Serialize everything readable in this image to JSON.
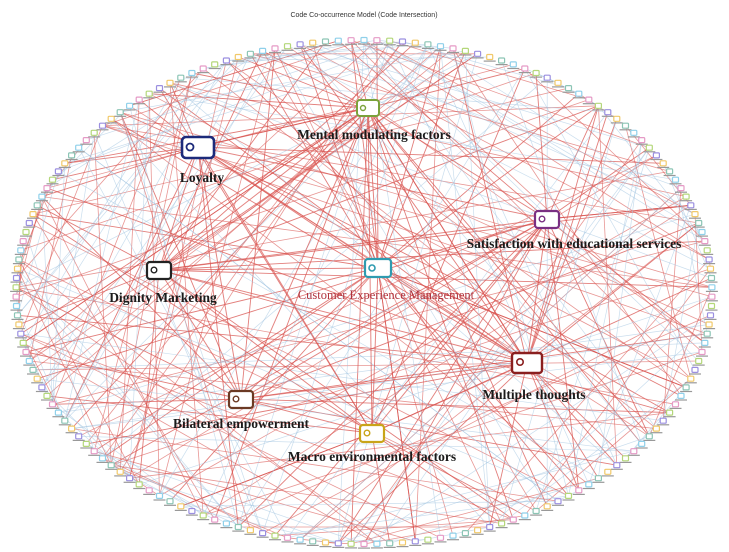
{
  "title": "Code Co-occurrence Model (Code Intersection)",
  "core": {
    "label": "Customer Experience Management",
    "color": "#2e9bb0",
    "text_color": "#b0323c"
  },
  "codes": [
    {
      "label": "Mental modulating factors",
      "color": "#7aa23a"
    },
    {
      "label": "Loyalty",
      "color": "#1c2a7a"
    },
    {
      "label": "Satisfaction with educational services",
      "color": "#7a2f82"
    },
    {
      "label": "Dignity Marketing",
      "color": "#222222"
    },
    {
      "label": "Multiple thoughts",
      "color": "#8a1f1f"
    },
    {
      "label": "Bilateral empowerment",
      "color": "#6b3a24"
    },
    {
      "label": "Macro environmental factors",
      "color": "#c9a419"
    }
  ],
  "link_colors": {
    "primary": "#d9534f",
    "secondary": "#9fc3e0"
  },
  "peripheral_node_colors": [
    "#8fd0ea",
    "#e59ac6",
    "#b4d77a",
    "#9b8fe0",
    "#f1c96a",
    "#8cc5b5"
  ]
}
